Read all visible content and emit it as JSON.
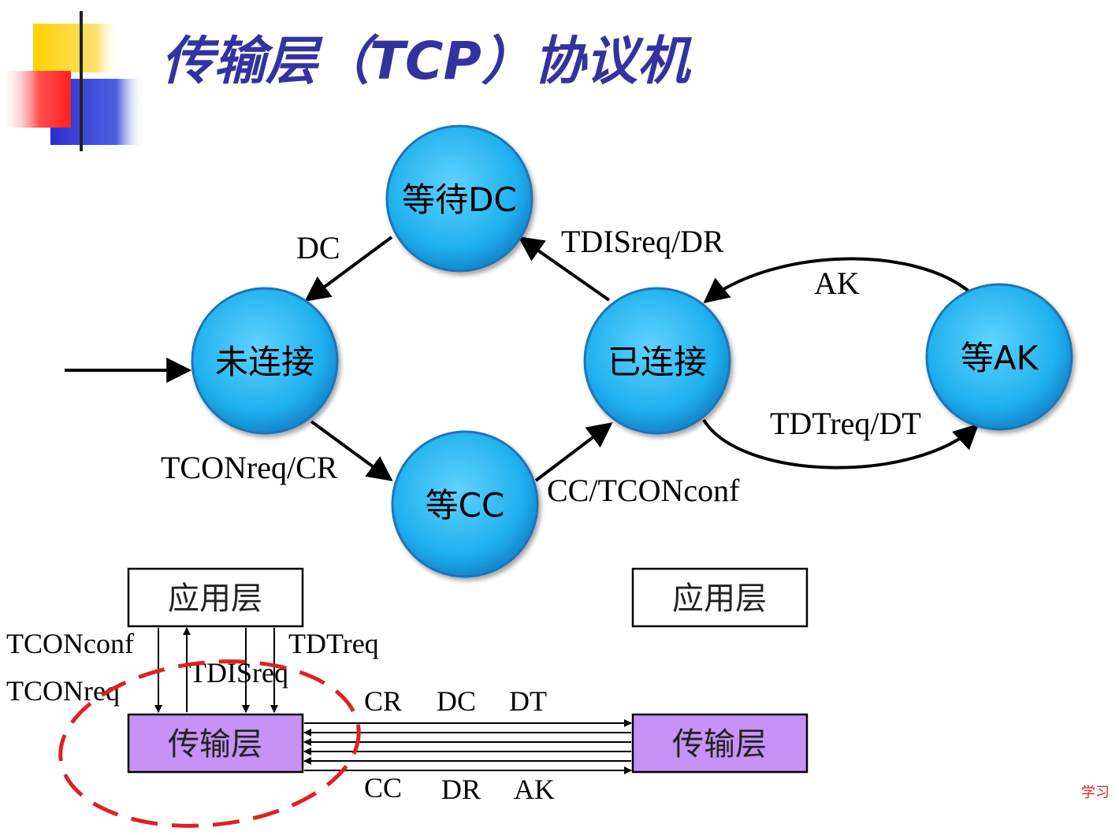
{
  "slide": {
    "title": "传输层（TCP）协议机",
    "colors": {
      "title": "#3333a0",
      "node_fill": "#29b6f0",
      "node_stroke": "#1a74b8",
      "layer_fill": "#c792f5",
      "ellipse": "#e02020",
      "deco_yellow": "#ffd200",
      "deco_blue": "#2d2fd0",
      "deco_red": "#ff4040"
    },
    "watermark": "学习"
  },
  "states": {
    "waiting_dc": "等待DC",
    "unconnected": "未连接",
    "connected": "已连接",
    "waiting_ak": "等AK",
    "waiting_cc": "等CC"
  },
  "transitions": {
    "dc": "DC",
    "tdisreq_dr": "TDISreq/DR",
    "ak": "AK",
    "tdtreq_dt": "TDTreq/DT",
    "tconreq_cr": "TCONreq/CR",
    "cc_tconconf": "CC/TCONconf"
  },
  "layers": {
    "app_left": "应用层",
    "app_right": "应用层",
    "transport_left": "传输层",
    "transport_right": "传输层"
  },
  "primitives": {
    "tconconf": "TCONconf",
    "tconreq": "TCONreq",
    "tdisreq": "TDISreq",
    "tdtreq": "TDTreq"
  },
  "pdus": {
    "cr": "CR",
    "dc": "DC",
    "dt": "DT",
    "cc": "CC",
    "dr": "DR",
    "ak": "AK"
  }
}
